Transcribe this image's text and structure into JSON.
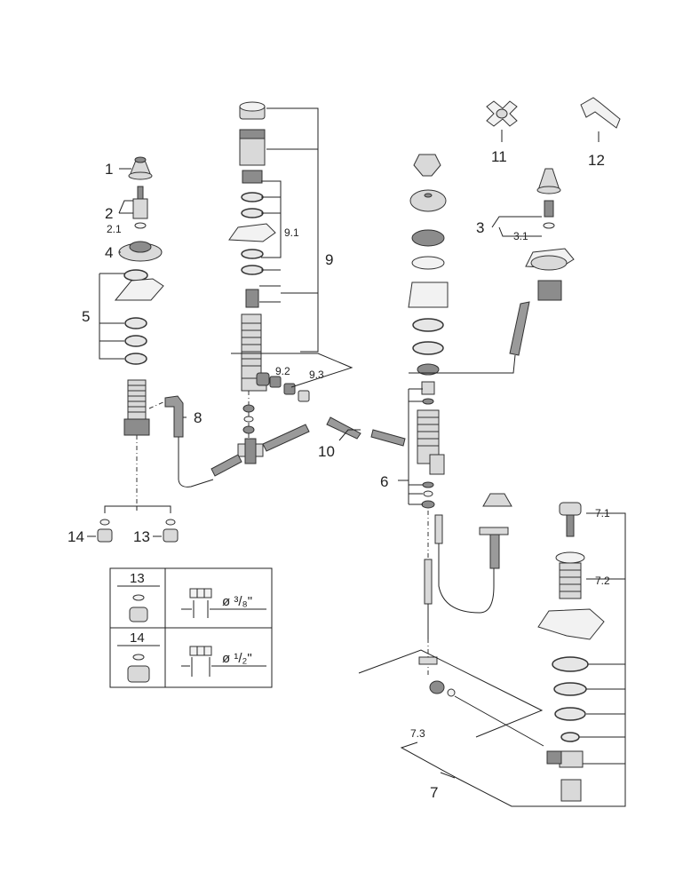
{
  "labels": {
    "l1": "1",
    "l2": "2",
    "l2_1": "2.1",
    "l3": "3",
    "l3_1": "3.1",
    "l4": "4",
    "l5": "5",
    "l6": "6",
    "l7": "7",
    "l7_1": "7.1",
    "l7_2": "7.2",
    "l7_3": "7.3",
    "l8": "8",
    "l9": "9",
    "l9_1": "9.1",
    "l9_2": "9.2",
    "l9_3": "9.3",
    "l10": "10",
    "l11": "11",
    "l12": "12",
    "l13": "13",
    "l14": "14"
  },
  "table": {
    "row1": {
      "id": "13",
      "dim": "ø ³/₈\""
    },
    "row2": {
      "id": "14",
      "dim": "ø ¹/₂\""
    }
  },
  "colors": {
    "line": "#222222",
    "metal": "#d9d9d9",
    "shade": "#8c8c8c"
  }
}
